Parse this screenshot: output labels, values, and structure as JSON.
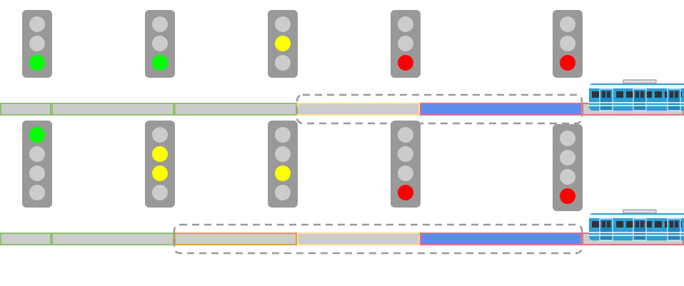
{
  "colors": {
    "housing": "#999999",
    "lamp_off": "#cccccc",
    "green": "#00ff00",
    "yellow": "#ffff00",
    "red": "#ff0000",
    "track_fill": "#cccccc",
    "track_green": "#8dc26f",
    "track_yellow": "#ffe08a",
    "track_orange": "#e0a040",
    "track_blue": "#5b8def",
    "track_red": "#e07080",
    "dashed_box": "#999999",
    "train_body": "#2a9fd8",
    "train_window": "#333333"
  },
  "scenarios": [
    {
      "id": "three-aspect",
      "signals": [
        {
          "lamps": [
            "off",
            "off",
            "green"
          ]
        },
        {
          "lamps": [
            "off",
            "off",
            "green"
          ]
        },
        {
          "lamps": [
            "off",
            "yellow",
            "off"
          ]
        },
        {
          "lamps": [
            "off",
            "off",
            "red"
          ]
        },
        {
          "lamps": [
            "off",
            "off",
            "red"
          ]
        }
      ],
      "blocks": [
        {
          "state": "clear",
          "border": "green"
        },
        {
          "state": "clear",
          "border": "green"
        },
        {
          "state": "clear",
          "border": "green"
        },
        {
          "state": "caution",
          "border": "yellow"
        },
        {
          "state": "occupied",
          "border": "red"
        },
        {
          "state": "train",
          "border": "red"
        }
      ],
      "overlap": {
        "from_block": 3,
        "to_block": 4
      }
    },
    {
      "id": "four-aspect",
      "signals": [
        {
          "lamps": [
            "green",
            "off",
            "off",
            "off"
          ]
        },
        {
          "lamps": [
            "off",
            "yellow",
            "yellow",
            "off"
          ]
        },
        {
          "lamps": [
            "off",
            "off",
            "yellow",
            "off"
          ]
        },
        {
          "lamps": [
            "off",
            "off",
            "off",
            "red"
          ]
        },
        {
          "lamps": [
            "off",
            "off",
            "off",
            "red"
          ]
        }
      ],
      "blocks": [
        {
          "state": "clear",
          "border": "green"
        },
        {
          "state": "clear",
          "border": "green"
        },
        {
          "state": "caution",
          "border": "orange"
        },
        {
          "state": "caution",
          "border": "yellow"
        },
        {
          "state": "occupied",
          "border": "red"
        },
        {
          "state": "train",
          "border": "red"
        }
      ],
      "overlap": {
        "from_block": 2,
        "to_block": 4
      }
    }
  ]
}
